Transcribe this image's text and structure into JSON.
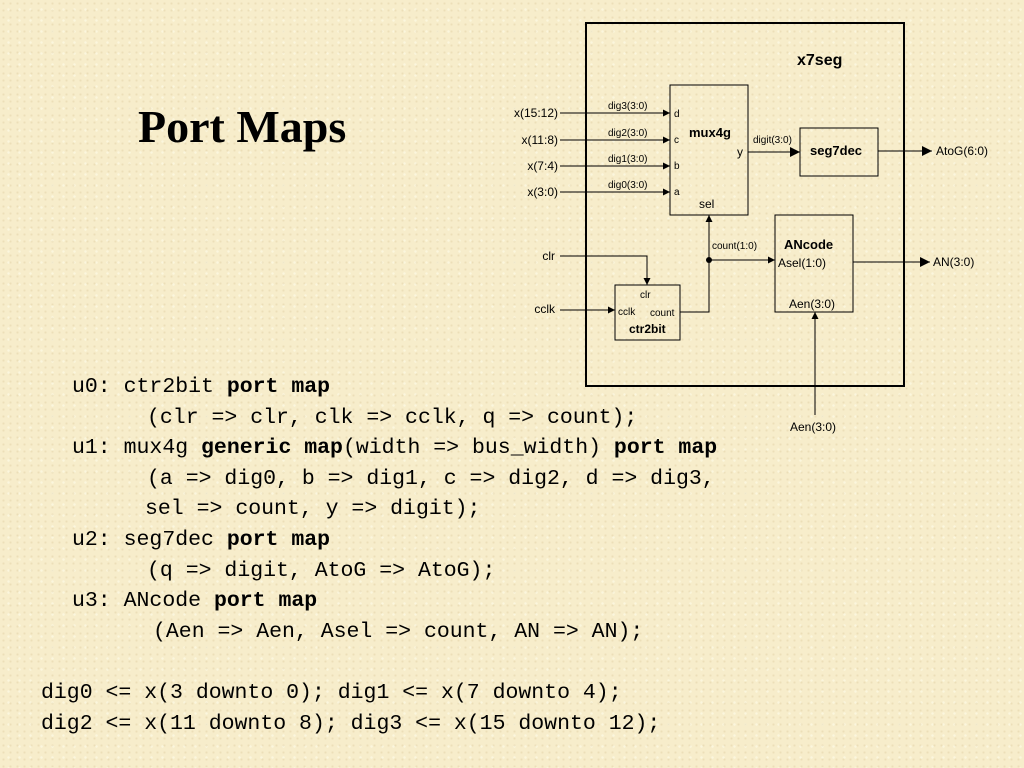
{
  "slide": {
    "title": "Port Maps"
  },
  "diagram": {
    "top_name": "x7seg",
    "mux": {
      "name": "mux4g",
      "ports": [
        "d",
        "c",
        "b",
        "a"
      ],
      "out": "y",
      "sel": "sel"
    },
    "seg7dec": {
      "name": "seg7dec"
    },
    "ancode": {
      "name": "ANcode",
      "asel": "Asel(1:0)",
      "aen": "Aen(3:0)"
    },
    "ctr": {
      "name": "ctr2bit",
      "clr": "clr",
      "cclk": "cclk",
      "count": "count"
    },
    "inputs": [
      "x(15:12)",
      "x(11:8)",
      "x(7:4)",
      "x(3:0)",
      "clr",
      "cclk",
      "Aen(3:0)"
    ],
    "signals": [
      "dig3(3:0)",
      "dig2(3:0)",
      "dig1(3:0)",
      "dig0(3:0)",
      "digit(3:0)",
      "count(1:0)"
    ],
    "outputs": [
      "AtoG(6:0)",
      "AN(3:0)"
    ]
  },
  "code": {
    "u0_head": "u0: ctr2bit ",
    "u0_kw": "port map",
    "u0_body": "(clr => clr, clk => cclk, q => count);",
    "u1_head": "u1: mux4g ",
    "u1_kw1": "generic map",
    "u1_mid": "(width => bus_width) ",
    "u1_kw2": "port map",
    "u1_body1": "(a => dig0, b => dig1, c => dig2, d => dig3,",
    "u1_body2": "sel => count, y => digit);",
    "u2_head": "u2: seg7dec ",
    "u2_kw": "port map",
    "u2_body": "(q => digit, AtoG => AtoG);",
    "u3_head": "u3: ANcode ",
    "u3_kw": "port map",
    "u3_body": "(Aen => Aen, Asel => count, AN => AN);",
    "assign1": "dig0 <= x(3 downto 0); dig1 <= x(7 downto 4);",
    "assign2": "dig2 <= x(11 downto 8); dig3 <= x(15 downto 12);"
  }
}
